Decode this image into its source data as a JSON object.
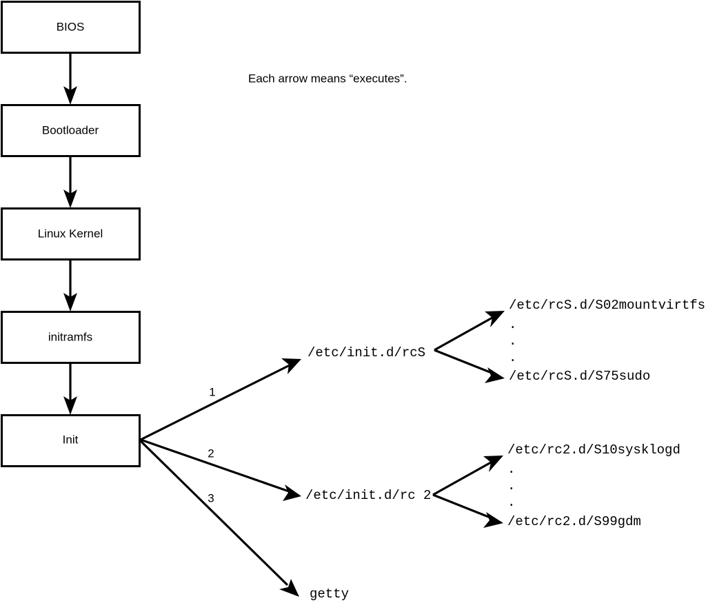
{
  "diagram": {
    "title_note": "Each arrow means “executes”.",
    "boot_chain": [
      {
        "label": "BIOS"
      },
      {
        "label": "Bootloader"
      },
      {
        "label": "Linux Kernel"
      },
      {
        "label": "initramfs"
      },
      {
        "label": "Init"
      }
    ],
    "init_branches": [
      {
        "number": "1",
        "label": "/etc/init.d/rcS"
      },
      {
        "number": "2",
        "label": "/etc/init.d/rc 2"
      },
      {
        "number": "3",
        "label": "getty"
      }
    ],
    "rcs_scripts": {
      "first": "/etc/rcS.d/S02mountvirtfs",
      "ellipsis": [
        ".",
        ".",
        "."
      ],
      "last": "/etc/rcS.d/S75sudo"
    },
    "rc2_scripts": {
      "first": "/etc/rc2.d/S10sysklogd",
      "ellipsis": [
        ".",
        ".",
        "."
      ],
      "last": "/etc/rc2.d/S99gdm"
    },
    "colors": {
      "stroke": "#000000",
      "fill": "#ffffff",
      "text": "#000000"
    }
  }
}
